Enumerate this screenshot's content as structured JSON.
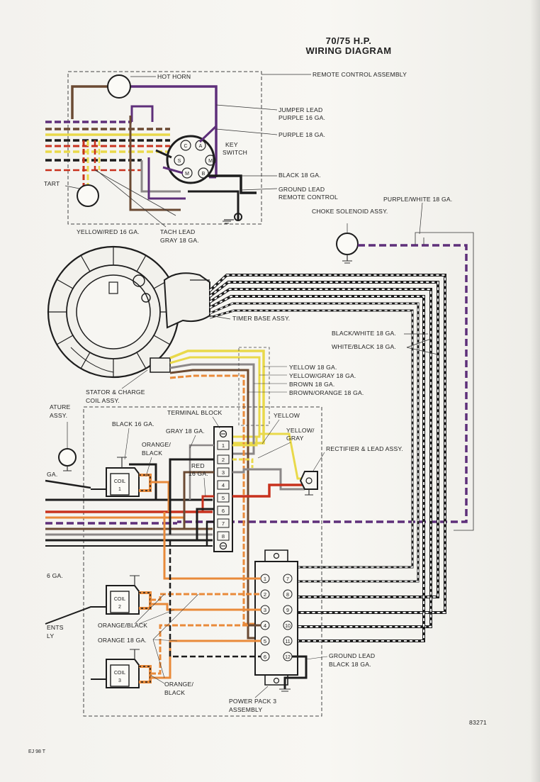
{
  "title_line1": "70/75 H.P.",
  "title_line2": "WIRING DIAGRAM",
  "labels": {
    "hot_horn": "HOT HORN",
    "remote_control_assembly": "REMOTE CONTROL ASSEMBLY",
    "jumper_lead_1": "JUMPER LEAD",
    "jumper_lead_2": "PURPLE 16 GA.",
    "purple_18": "PURPLE 18 GA.",
    "key_switch_1": "KEY",
    "key_switch_2": "SWITCH",
    "black_18_top": "BLACK 18 GA.",
    "ground_lead_1": "GROUND LEAD",
    "ground_lead_2": "REMOTE CONTROL",
    "start": "TART",
    "yellow_red_16": "YELLOW/RED 16 GA.",
    "tach_lead_1": "TACH LEAD",
    "tach_lead_2": "GRAY 18 GA.",
    "purple_white_18": "PURPLE/WHITE 18 GA.",
    "choke_solenoid": "CHOKE SOLENOID ASSY.",
    "timer_base": "TIMER BASE ASSY.",
    "black_white_18": "BLACK/WHITE 18 GA.",
    "white_black_18": "WHITE/BLACK 18 GA.",
    "yellow_18": "YELLOW 18 GA.",
    "yellow_gray_18": "YELLOW/GRAY 18 GA.",
    "brown_18": "BROWN 18 GA.",
    "brown_orange_18": "BROWN/ORANGE 18 GA.",
    "stator_1": "STATOR & CHARGE",
    "stator_2": "COIL ASSY.",
    "armature_1": "ATURE",
    "armature_2": "ASSY.",
    "terminal_block": "TERMINAL BLOCK",
    "yellow": "YELLOW",
    "yellow_gray_1": "YELLOW/",
    "yellow_gray_2": "GRAY",
    "black_16": "BLACK 16 GA.",
    "gray_18": "GRAY 18 GA.",
    "orange_black_1": "ORANGE/",
    "orange_black_2": "BLACK",
    "red_16_1": "RED",
    "red_16_2": "16 GA.",
    "rectifier": "RECTIFIER & LEAD ASSY.",
    "ga_left": "GA.",
    "coil": "COIL",
    "six_ga": "6 GA.",
    "ents_1": "ENTS",
    "ents_2": "LY",
    "orange_black_mid": "ORANGE/BLACK",
    "orange_18": "ORANGE 18 GA.",
    "orange_black_low_1": "ORANGE/",
    "orange_black_low_2": "BLACK",
    "ground_lead_low_1": "GROUND LEAD",
    "ground_lead_low_2": "BLACK 18 GA.",
    "power_pack_1": "POWER PACK 3",
    "power_pack_2": "ASSEMBLY",
    "part_number": "83271",
    "footer_code": "EJ 98 T"
  },
  "key_switch_terminals": [
    "C",
    "A",
    "S",
    "M",
    "M",
    "B"
  ],
  "coil_numbers": [
    "1",
    "2",
    "3"
  ],
  "terminal_block_numbers": [
    "1",
    "2",
    "3",
    "4",
    "5",
    "6",
    "7",
    "8"
  ],
  "power_pack_left": [
    "1",
    "2",
    "3",
    "4",
    "5",
    "6"
  ],
  "power_pack_right": [
    "7",
    "8",
    "9",
    "10",
    "11",
    "12"
  ],
  "colors": {
    "purple": "#5e2f7a",
    "brown": "#6b4a33",
    "yellow": "#e9d94a",
    "red": "#c8321e",
    "orange": "#e98a3a",
    "gray": "#8b8787",
    "black": "#1d1d1d",
    "line": "#333333"
  }
}
